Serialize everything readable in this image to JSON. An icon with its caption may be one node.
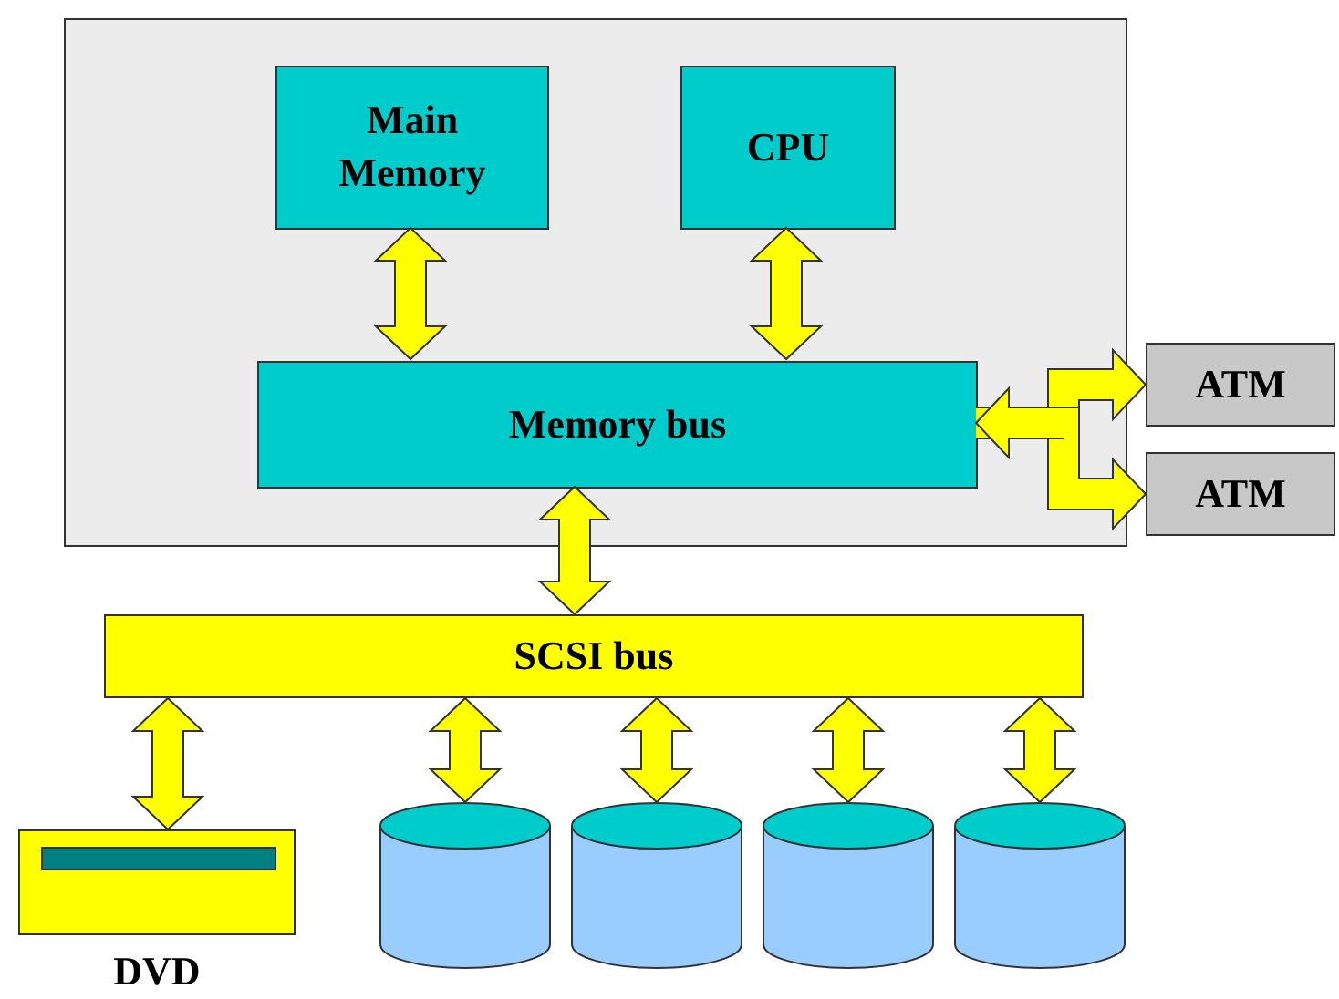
{
  "diagram": {
    "nodes": [
      {
        "text": [],
        "shape": "box"
      },
      {
        "text": [
          "Main Memory"
        ],
        "in": 0
      },
      {
        "text": [
          "CPU"
        ],
        "in": 0
      },
      {
        "text": [
          "Memory bus"
        ],
        "in": 0
      },
      {
        "text": [
          "ATM"
        ]
      },
      {
        "text": [
          "ATM"
        ]
      },
      {
        "text": [
          "SCSI bus"
        ]
      },
      {
        "text": [],
        "shape": "box",
        "beside": [
          "DVD"
        ]
      },
      {
        "text": [],
        "shape": "cylinder"
      },
      {
        "text": [],
        "shape": "cylinder"
      },
      {
        "text": [],
        "shape": "cylinder"
      },
      {
        "text": [],
        "shape": "cylinder"
      }
    ],
    "edges": [
      {
        "from": 1,
        "to": 3,
        "arrow": "both"
      },
      {
        "from": 2,
        "to": 3,
        "arrow": "both"
      },
      {
        "from": 3,
        "to": 4,
        "arrow": "both"
      },
      {
        "from": 3,
        "to": 5,
        "arrow": "both"
      },
      {
        "from": 3,
        "to": 6,
        "arrow": "both"
      },
      {
        "from": 6,
        "to": 7,
        "arrow": "both"
      },
      {
        "from": 6,
        "to": 8,
        "arrow": "both"
      },
      {
        "from": 6,
        "to": 9,
        "arrow": "both"
      },
      {
        "from": 6,
        "to": 10,
        "arrow": "both"
      },
      {
        "from": 6,
        "to": 11,
        "arrow": "both"
      }
    ]
  }
}
